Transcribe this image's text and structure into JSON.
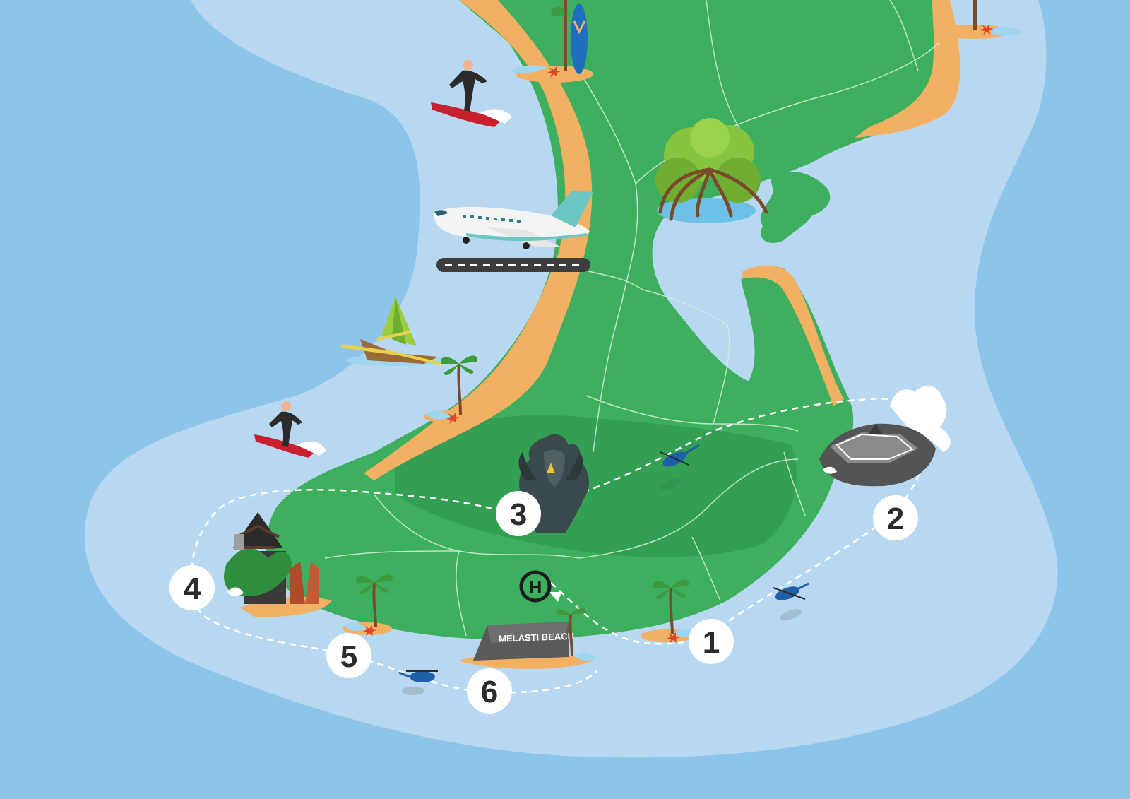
{
  "map": {
    "stops": [
      {
        "number": "1",
        "name": "stop-1"
      },
      {
        "number": "2",
        "name": "stop-2"
      },
      {
        "number": "3",
        "name": "stop-3"
      },
      {
        "number": "4",
        "name": "stop-4"
      },
      {
        "number": "5",
        "name": "stop-5"
      },
      {
        "number": "6",
        "name": "stop-6"
      }
    ],
    "heliport_label": "H",
    "beach_sign": "MELASTI BEACH",
    "colors": {
      "deep_sea": "#8cc4ea",
      "shallow_sea": "#b7d8f0",
      "land": "#3eae5f",
      "land_dark": "#2f9a4e",
      "sand": "#f2b062",
      "route": "#ffffff"
    },
    "icons": [
      "surfer-icon",
      "airplane-icon",
      "runway-icon",
      "sailboat-icon",
      "palm-tree-icon",
      "mangrove-tree-icon",
      "garuda-statue-icon",
      "temple-icon",
      "helicopter-icon",
      "water-blow-icon",
      "surfboard-icon"
    ]
  }
}
